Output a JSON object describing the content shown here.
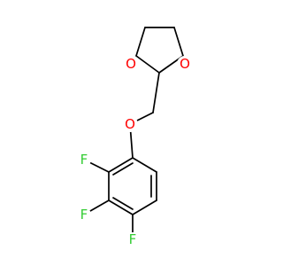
{
  "colors": {
    "oxygen": "#ff0000",
    "fluorine": "#33cc33",
    "bond": "#000000",
    "background": "#ffffff"
  },
  "atoms": {
    "ring_oxygen_left": {
      "label": "O",
      "element": "oxygen"
    },
    "ring_oxygen_right": {
      "label": "O",
      "element": "oxygen"
    },
    "ether_oxygen": {
      "label": "O",
      "element": "oxygen"
    },
    "fluorine_2": {
      "label": "F",
      "element": "fluorine"
    },
    "fluorine_3": {
      "label": "F",
      "element": "fluorine"
    },
    "fluorine_4": {
      "label": "F",
      "element": "fluorine"
    }
  }
}
